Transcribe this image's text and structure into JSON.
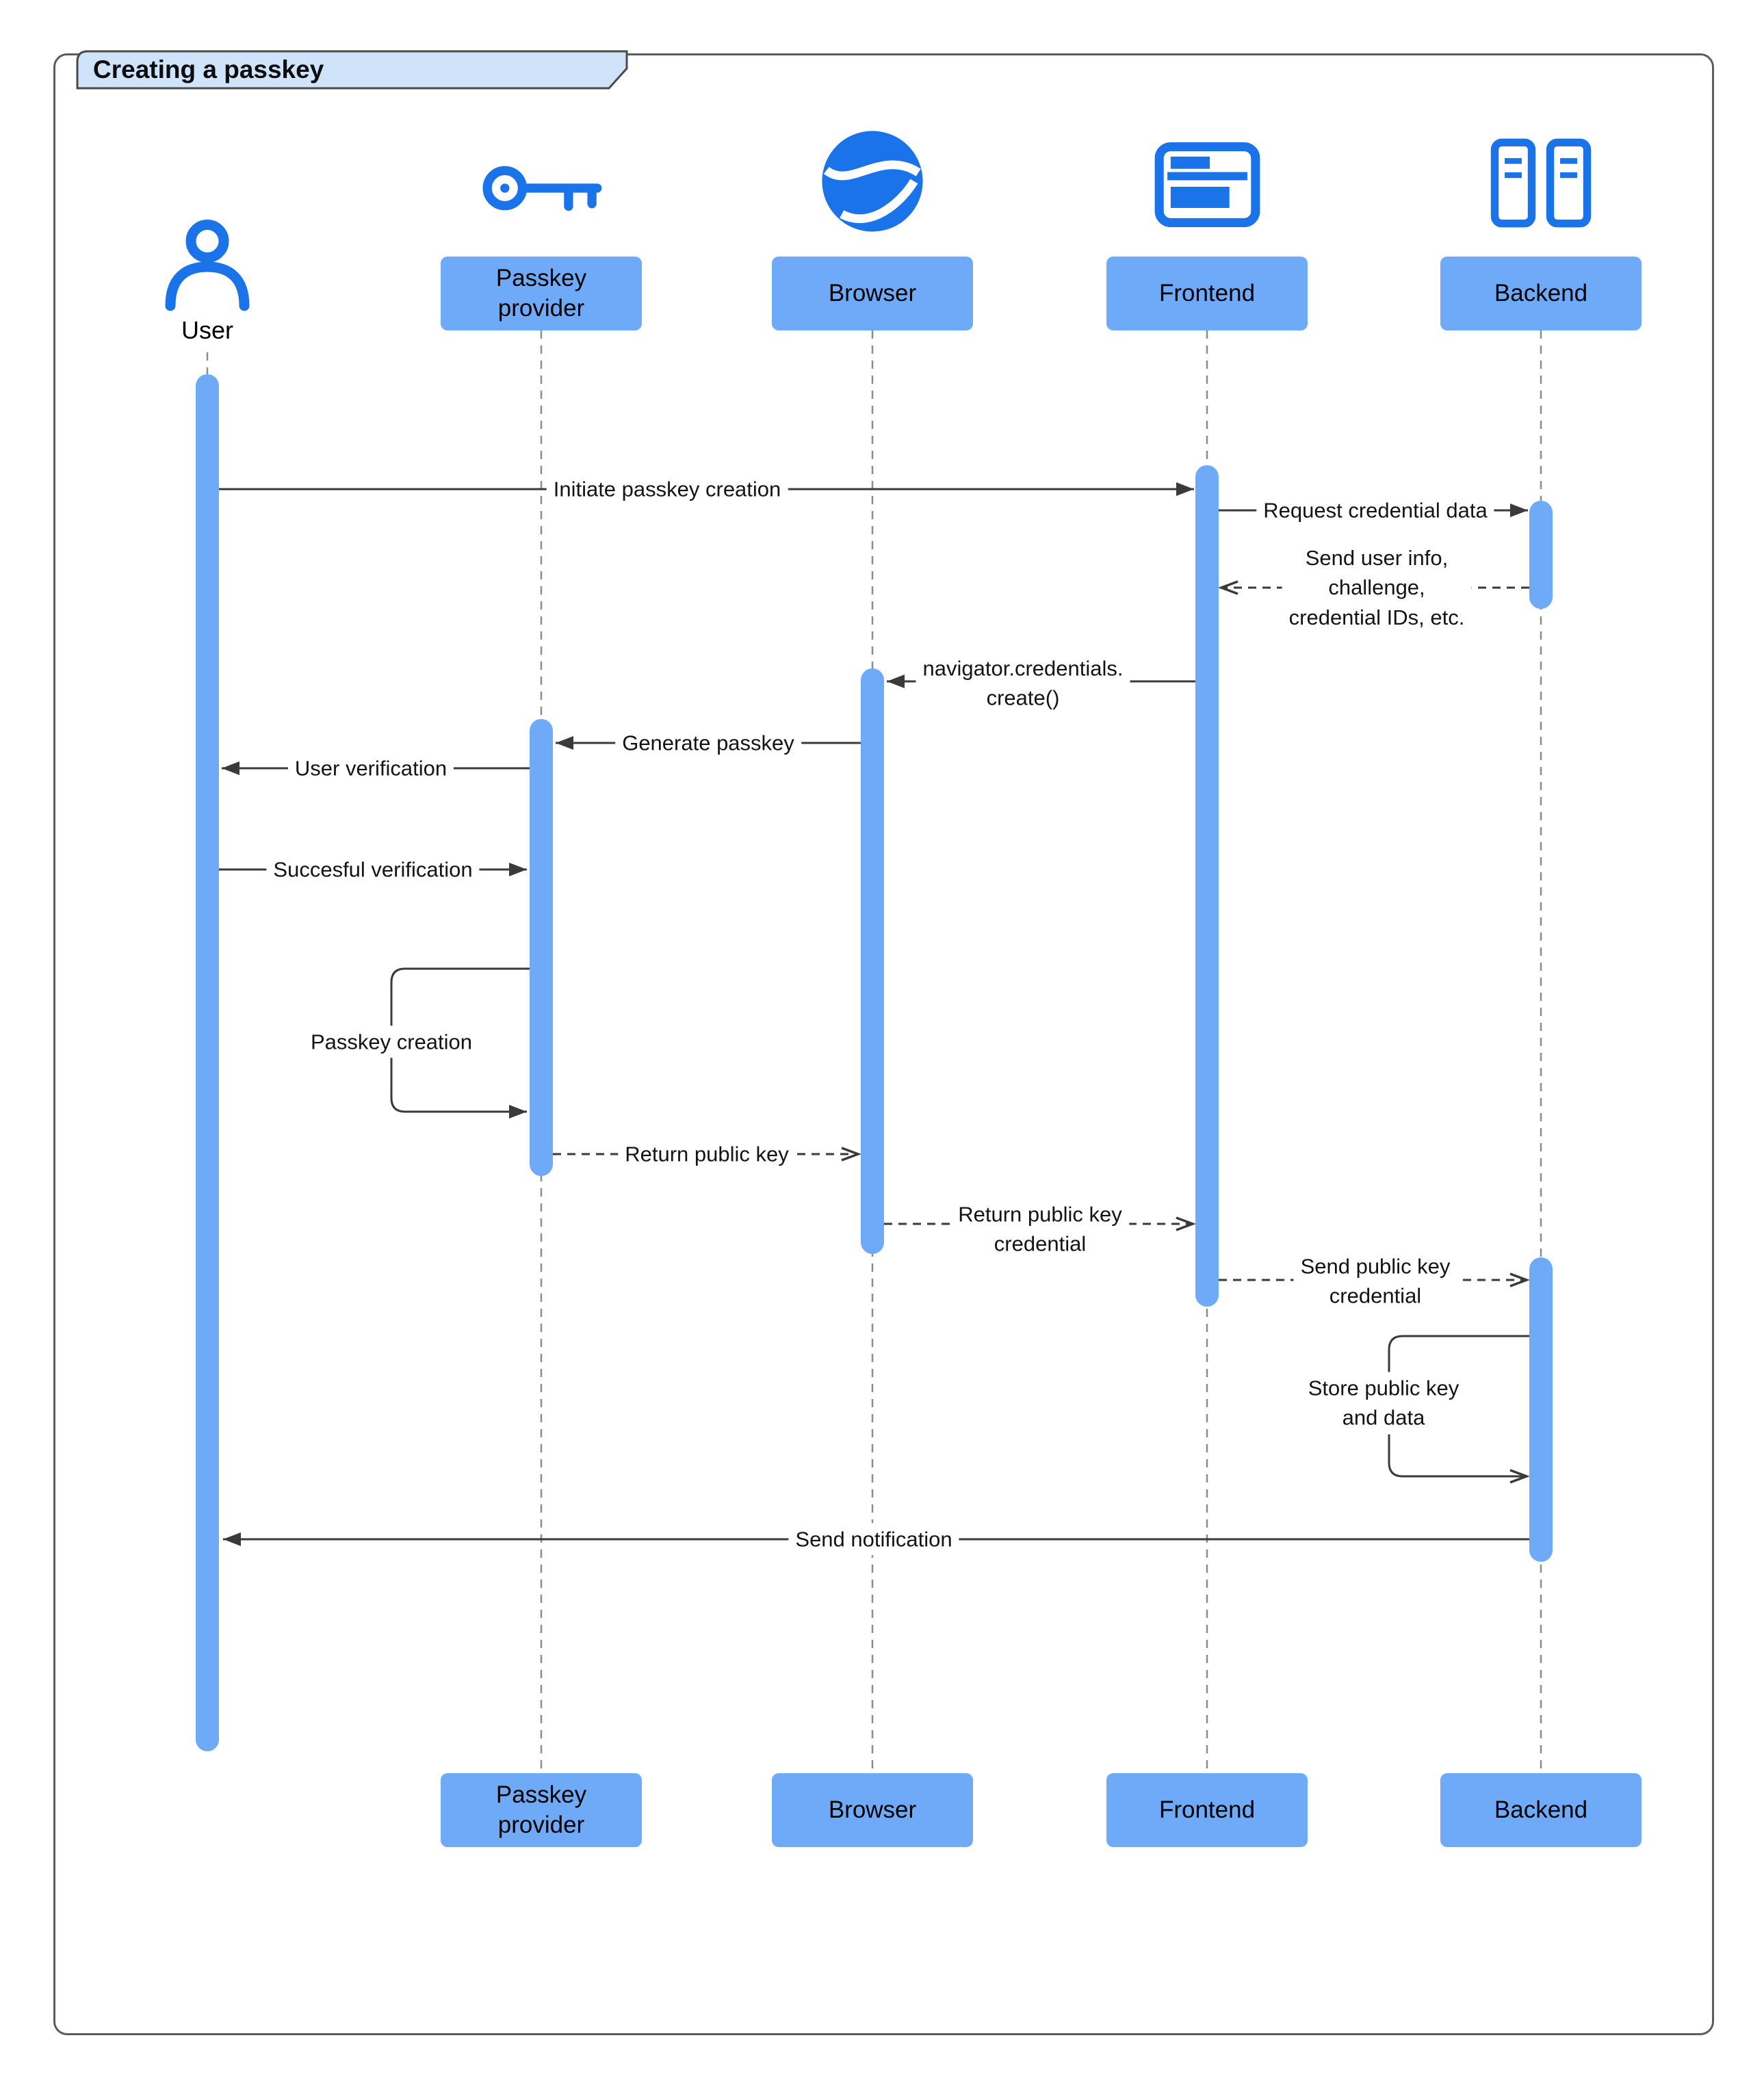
{
  "title": "Creating a passkey",
  "colors": {
    "accent": "#1a73e8",
    "shape_fill": "#6faaf8",
    "title_fill": "#cfe3fb",
    "arrow_line": "#3a3a3a",
    "lifeline": "#8c8c8c"
  },
  "actors": [
    {
      "id": "user",
      "label": "User",
      "icon": "person-icon"
    },
    {
      "id": "passkey-provider",
      "label": "Passkey\nprovider",
      "icon": "key-icon"
    },
    {
      "id": "browser",
      "label": "Browser",
      "icon": "globe-icon"
    },
    {
      "id": "frontend",
      "label": "Frontend",
      "icon": "window-icon"
    },
    {
      "id": "backend",
      "label": "Backend",
      "icon": "server-icon"
    }
  ],
  "messages": {
    "initiate": {
      "label": "Initiate passkey creation",
      "from": "User",
      "to": "Frontend",
      "line": "solid"
    },
    "request_credential_data": {
      "label": "Request credential data",
      "from": "Frontend",
      "to": "Backend",
      "line": "solid"
    },
    "send_user_info": {
      "label": "Send user info,\nchallenge,\ncredential IDs, etc.",
      "from": "Backend",
      "to": "Frontend",
      "line": "dashed"
    },
    "navigator_create": {
      "label": "navigator.credentials.\ncreate()",
      "from": "Frontend",
      "to": "Browser",
      "line": "solid"
    },
    "generate_passkey": {
      "label": "Generate passkey",
      "from": "Browser",
      "to": "Passkey provider",
      "line": "solid"
    },
    "user_verification": {
      "label": "User verification",
      "from": "Passkey provider",
      "to": "User",
      "line": "solid"
    },
    "succesful_verification": {
      "label": "Succesful verification",
      "from": "User",
      "to": "Passkey provider",
      "line": "solid"
    },
    "passkey_creation": {
      "label": "Passkey creation",
      "from": "Passkey provider",
      "to": "Passkey provider",
      "line": "self"
    },
    "return_public_key": {
      "label": "Return public key",
      "from": "Passkey provider",
      "to": "Browser",
      "line": "dashed"
    },
    "return_public_key_credential": {
      "label": "Return public key\ncredential",
      "from": "Browser",
      "to": "Frontend",
      "line": "dashed"
    },
    "send_public_key_credential": {
      "label": "Send public key\ncredential",
      "from": "Frontend",
      "to": "Backend",
      "line": "dashed"
    },
    "store_public_key": {
      "label": "Store public key\nand data",
      "from": "Backend",
      "to": "Backend",
      "line": "self"
    },
    "send_notification": {
      "label": "Send notification",
      "from": "Backend",
      "to": "User",
      "line": "solid"
    }
  }
}
